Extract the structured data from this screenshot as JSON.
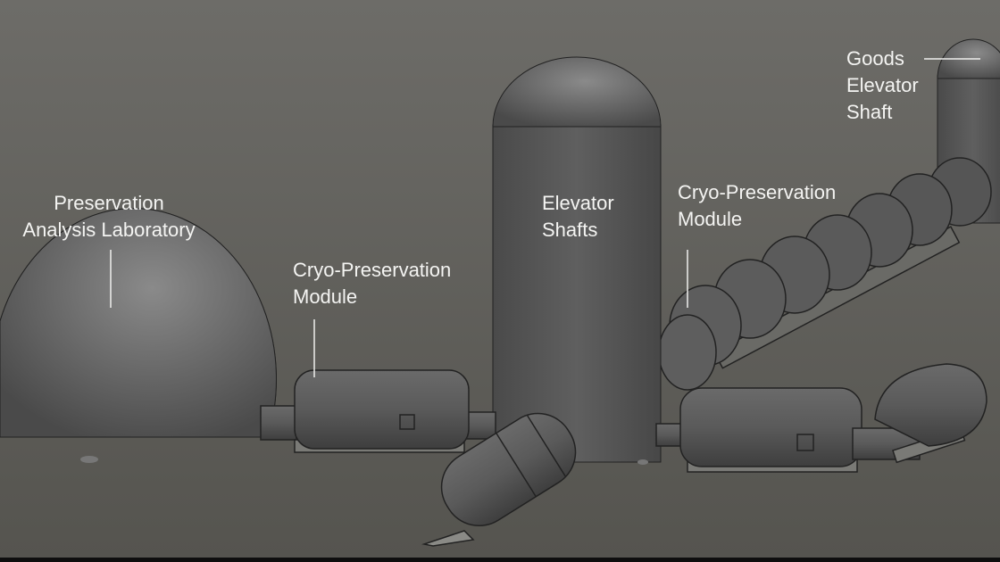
{
  "labels": {
    "lab": [
      "Preservation",
      "Analysis Laboratory"
    ],
    "cryo_left": [
      "Cryo-Preservation",
      "Module"
    ],
    "elevator": [
      "Elevator",
      "Shafts"
    ],
    "cryo_right": [
      "Cryo-Preservation",
      "Module"
    ],
    "goods": [
      "Goods",
      "Elevator",
      "Shaft"
    ]
  },
  "colors": {
    "background": "#6a6966",
    "structure": "#5a5a5a",
    "label": "#f4f4f2"
  }
}
